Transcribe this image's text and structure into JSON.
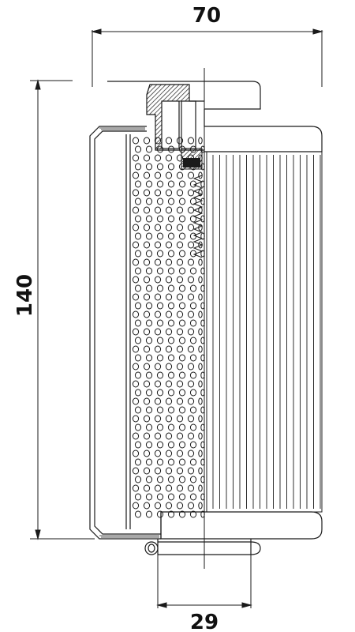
{
  "dimensions": {
    "width": "70",
    "height": "140",
    "spigot_diameter": "29"
  },
  "colors": {
    "line": "#1a1a1a",
    "paper": "#ffffff"
  }
}
